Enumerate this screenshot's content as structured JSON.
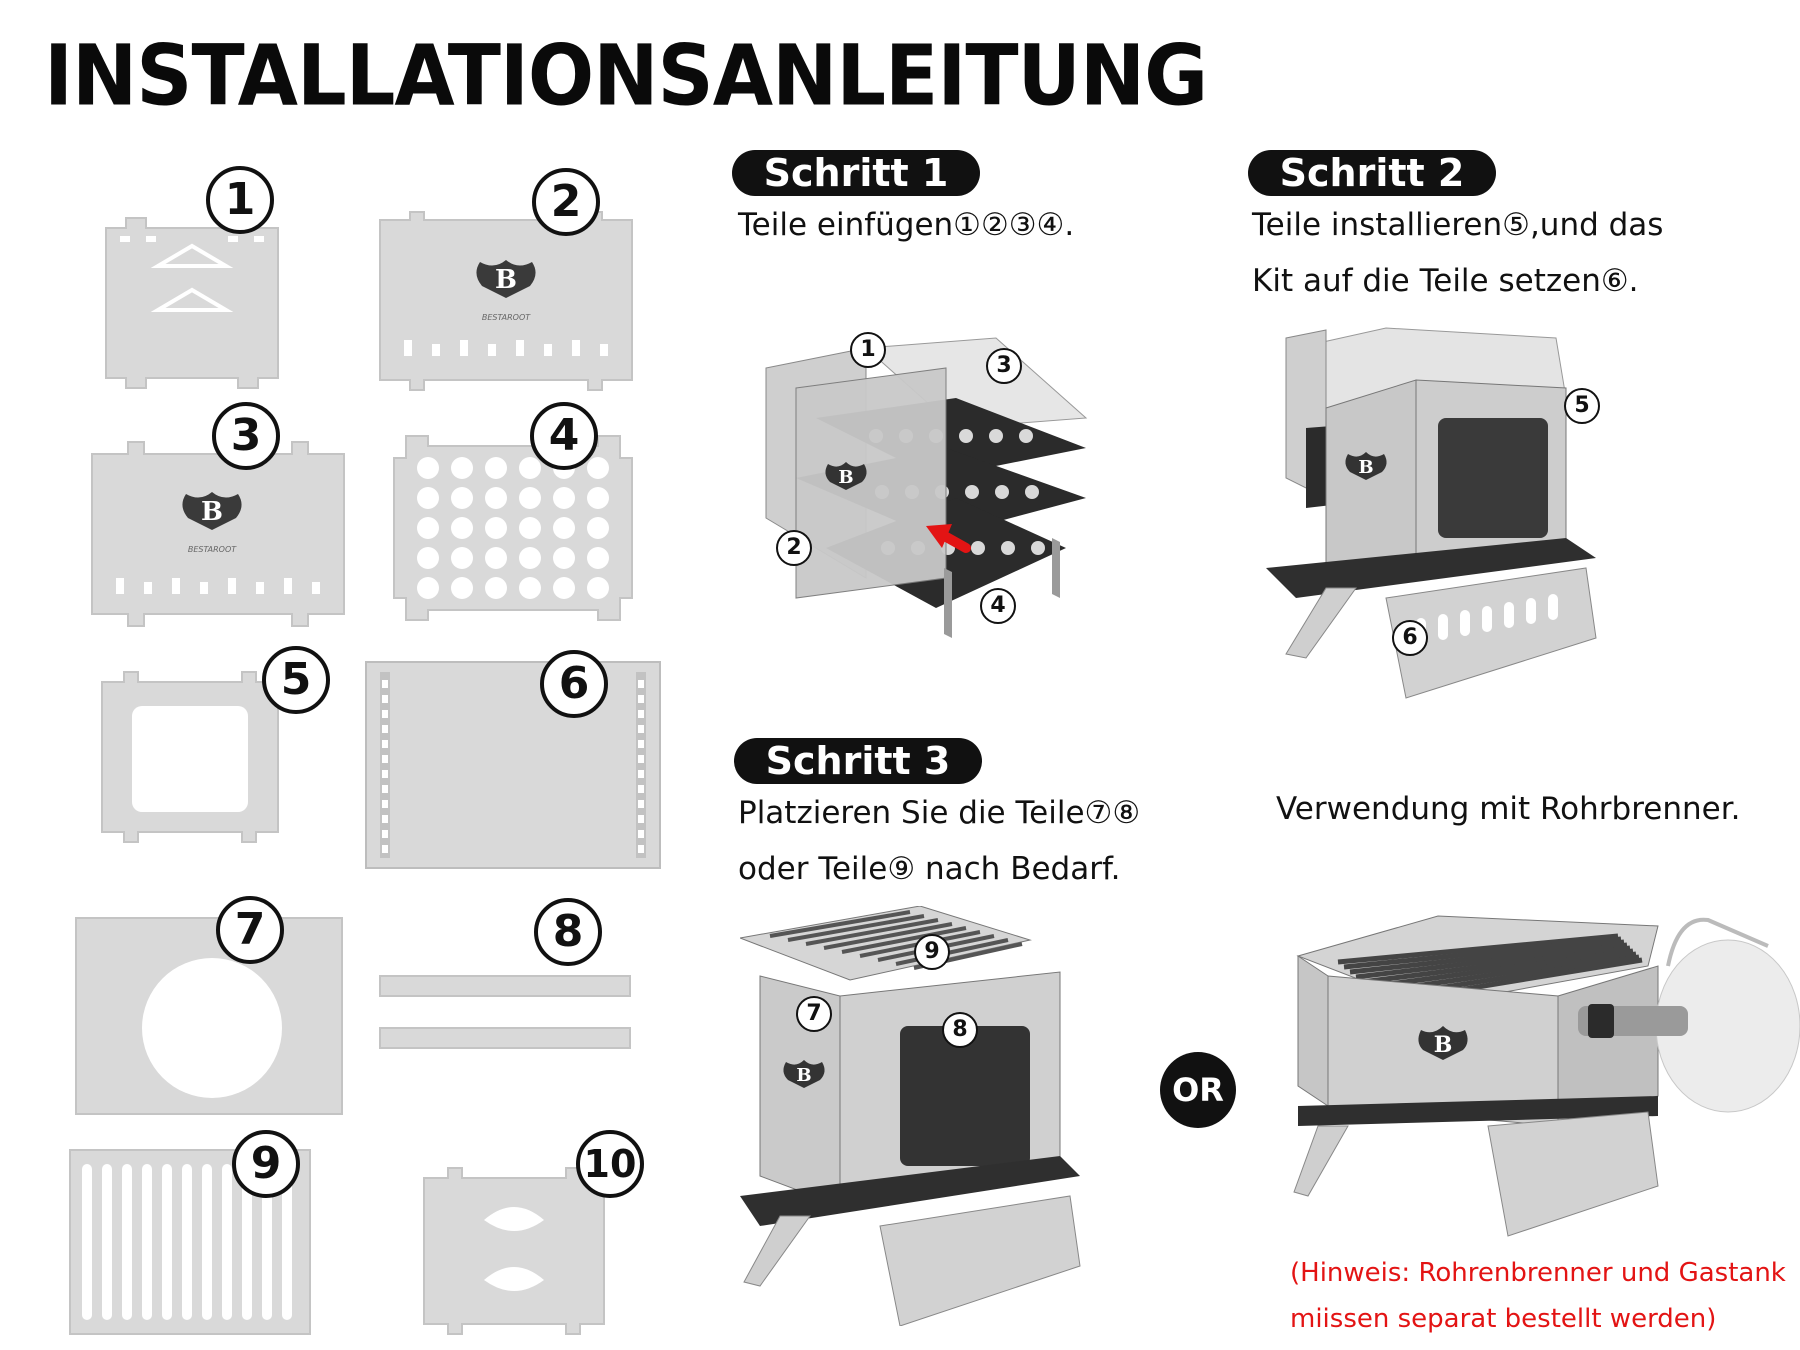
{
  "title": "INSTALLATIONSANLEITUNG",
  "parts": [
    {
      "number": "1"
    },
    {
      "number": "2"
    },
    {
      "number": "3"
    },
    {
      "number": "4"
    },
    {
      "number": "5"
    },
    {
      "number": "6"
    },
    {
      "number": "7"
    },
    {
      "number": "8"
    },
    {
      "number": "9"
    },
    {
      "number": "10"
    }
  ],
  "brand_logo_text": "BESTAROOT",
  "steps": [
    {
      "label": "Schritt 1",
      "lines": [
        "Teile einfügen①②③④."
      ],
      "callouts": [
        "1",
        "3",
        "2",
        "4"
      ]
    },
    {
      "label": "Schritt 2",
      "lines": [
        "Teile installieren⑤,und das",
        "Kit auf die Teile setzen⑥."
      ],
      "callouts": [
        "5",
        "6"
      ]
    },
    {
      "label": "Schritt 3",
      "lines": [
        "Platzieren Sie die Teile⑦⑧",
        "oder Teile⑨ nach Bedarf."
      ],
      "callouts": [
        "9",
        "7",
        "8"
      ]
    }
  ],
  "burner_usage": {
    "text": "Verwendung mit Rohrbrenner.",
    "or_label": "OR",
    "note_lines": [
      "(Hinweis: Rohrenbrenner und Gastank",
      "miissen separat bestellt werden)"
    ]
  },
  "colors": {
    "part_fill": "#d9d9d9",
    "part_stroke": "#bcbcbc",
    "metal_dark": "#2b2b2b",
    "metal_light": "#cfcfcf",
    "arrow_red": "#e31414",
    "note_red": "#e31414"
  }
}
